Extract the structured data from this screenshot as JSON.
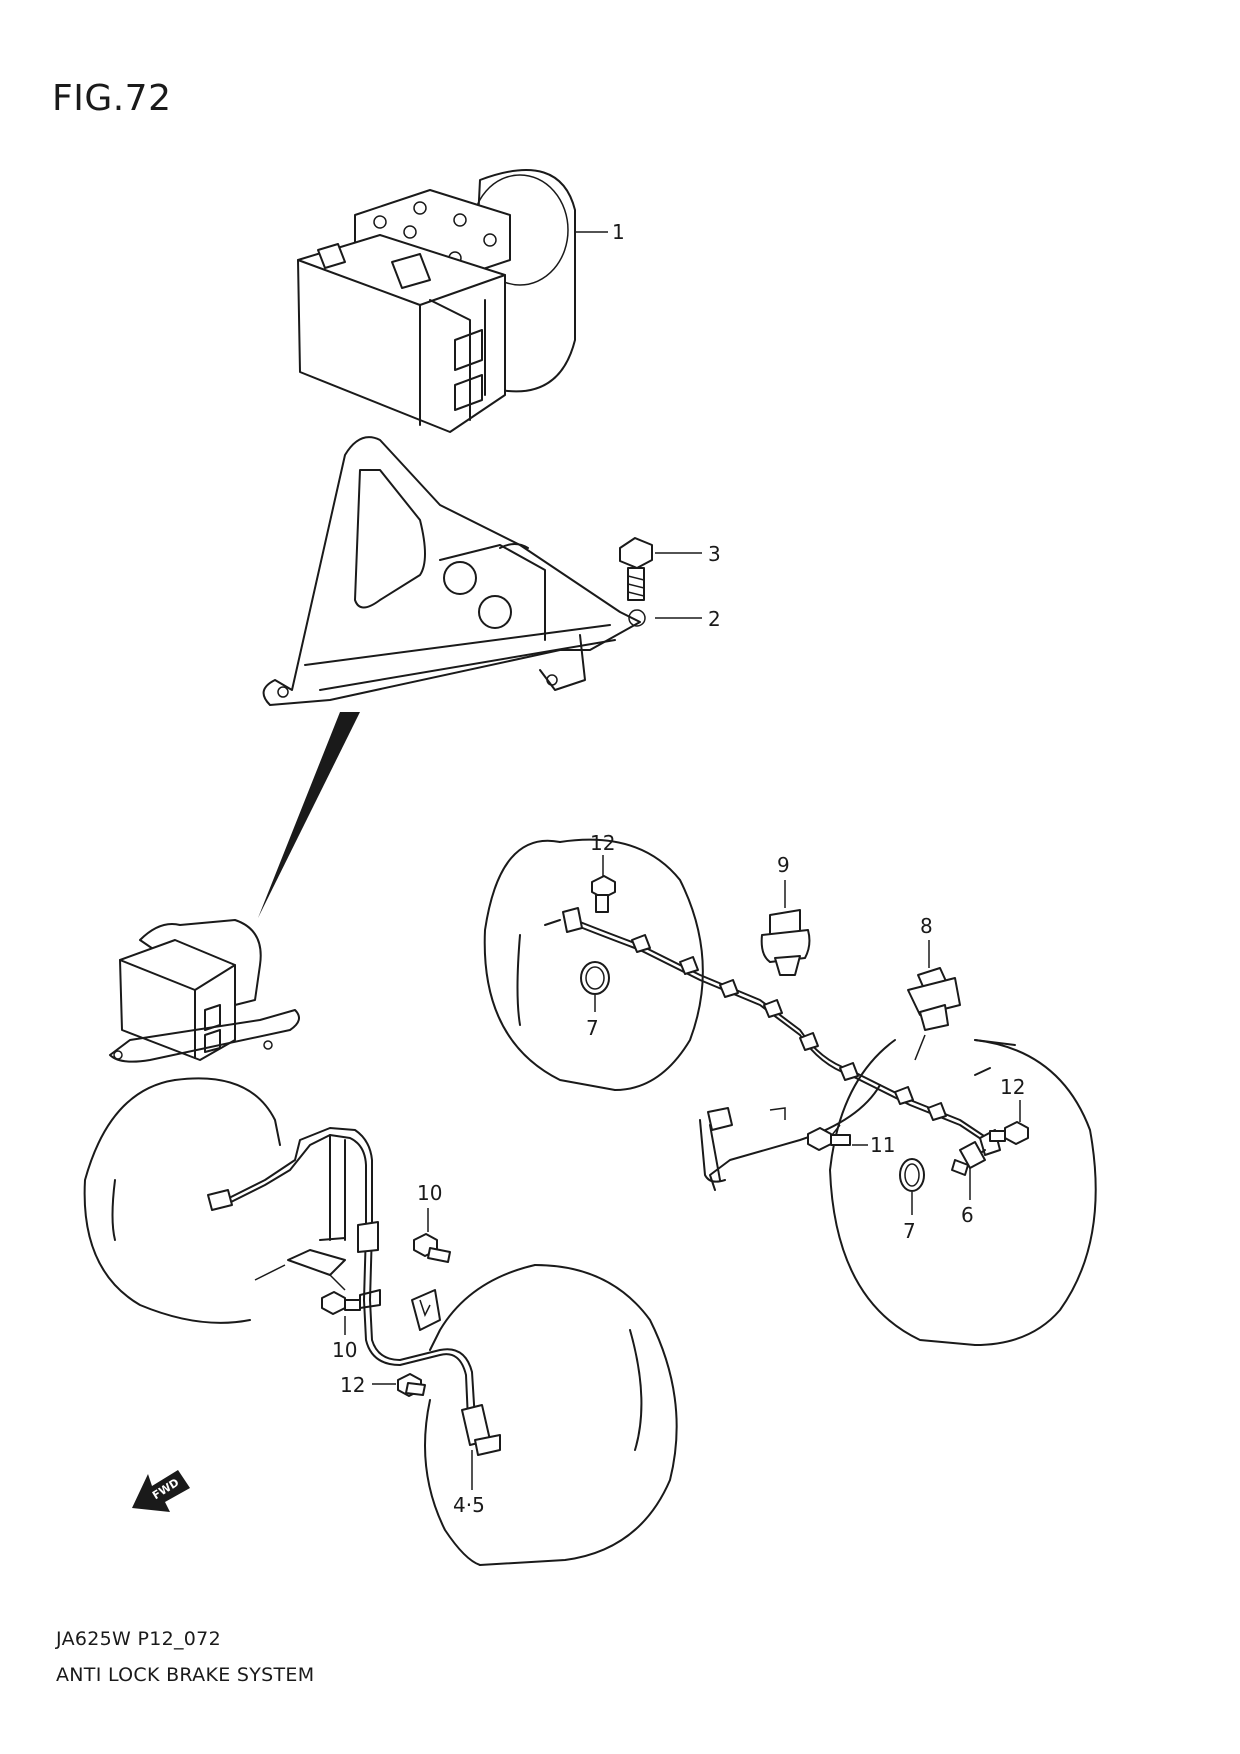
{
  "figure": {
    "title": "FIG.72",
    "code": "JA625W P12_072",
    "name": "ANTI LOCK BRAKE SYSTEM"
  },
  "callouts": {
    "c1": "1",
    "c2": "2",
    "c3": "3",
    "c45": "4·5",
    "c6": "6",
    "c7a": "7",
    "c7b": "7",
    "c8": "8",
    "c9": "9",
    "c10a": "10",
    "c10b": "10",
    "c11": "11",
    "c12a": "12",
    "c12b": "12",
    "c12c": "12"
  },
  "fwd_label": "FWD",
  "colors": {
    "line": "#1a1a1a",
    "background": "#ffffff"
  }
}
